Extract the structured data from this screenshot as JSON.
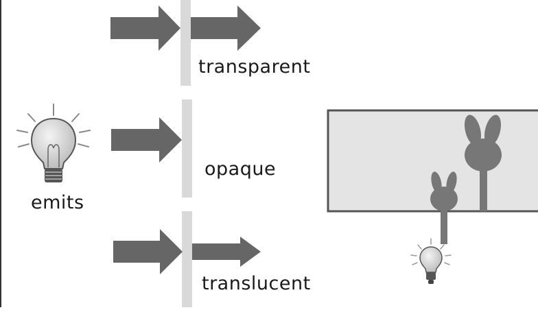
{
  "labels": {
    "transparent": "transparent",
    "opaque": "opaque",
    "translucent": "translucent",
    "emits": "emits"
  },
  "colors": {
    "arrow": "#666666",
    "barrier": "#d9d9d9",
    "screen_fill": "#e4e4e4",
    "screen_border": "#555555",
    "shadow": "#777777",
    "bulb_glass": "#dcdcdc",
    "bulb_base": "#555555",
    "ray": "#888888"
  },
  "icons": [
    "light-bulb-icon",
    "bunny-shadow-icon",
    "small-light-bulb-icon"
  ]
}
